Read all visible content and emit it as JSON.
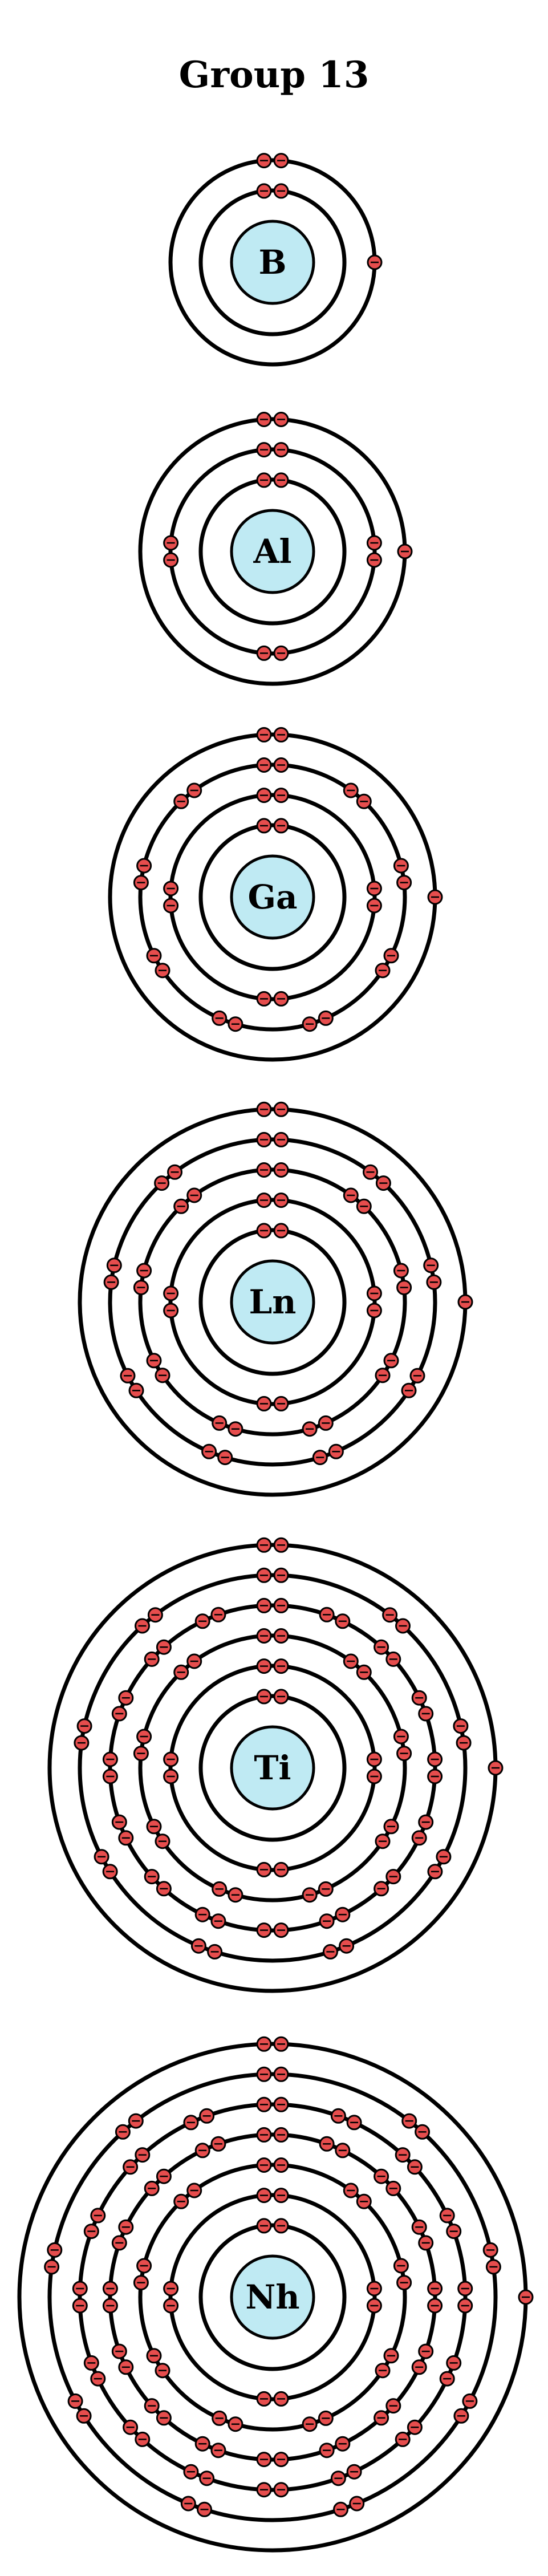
{
  "title": "Group 13",
  "colors": {
    "nucleus_fill": "#bfeaf3",
    "electron_fill": "#e64d4d",
    "shell_stroke": "#000000"
  },
  "atoms": [
    {
      "symbol": "B",
      "shells": [
        2,
        3
      ]
    },
    {
      "symbol": "Al",
      "shells": [
        2,
        8,
        3
      ]
    },
    {
      "symbol": "Ga",
      "shells": [
        2,
        8,
        18,
        3
      ]
    },
    {
      "symbol": "Ln",
      "shells": [
        2,
        8,
        18,
        18,
        3
      ]
    },
    {
      "symbol": "Ti",
      "shells": [
        2,
        8,
        18,
        32,
        18,
        3
      ]
    },
    {
      "symbol": "Nh",
      "shells": [
        2,
        8,
        18,
        32,
        32,
        18,
        3
      ]
    }
  ]
}
